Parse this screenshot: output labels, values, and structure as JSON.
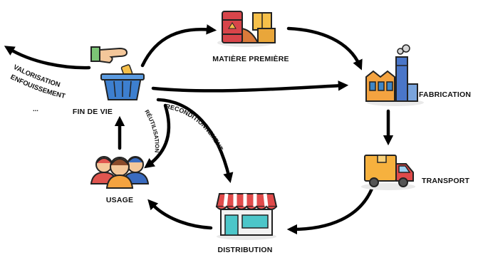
{
  "nodes": {
    "matiere": {
      "label": "MATIÈRE PREMIÈRE",
      "icon": "raw-materials-icon"
    },
    "fabrication": {
      "label": "FABRICATION",
      "icon": "factory-icon"
    },
    "transport": {
      "label": "TRANSPORT",
      "icon": "truck-icon"
    },
    "distribution": {
      "label": "DISTRIBUTION",
      "icon": "store-icon"
    },
    "usage": {
      "label": "USAGE",
      "icon": "people-icon"
    },
    "fin_de_vie": {
      "label": "FIN DE VIE",
      "icon": "basket-hand-icon"
    }
  },
  "side_labels": {
    "valorisation": "VALORISATION",
    "enfouissement": "ENFOUISSEMENT",
    "ellipsis": "..."
  },
  "arc_labels": {
    "reutilisation": "RÉUTILISATION",
    "reconditionnement": "RECONDITIONNEMENT"
  },
  "colors": {
    "arrow": "#000000",
    "accent_orange": "#f4a340",
    "accent_teal": "#4cc6c9",
    "accent_red": "#e04a4a",
    "accent_blue": "#3d7fcf"
  }
}
